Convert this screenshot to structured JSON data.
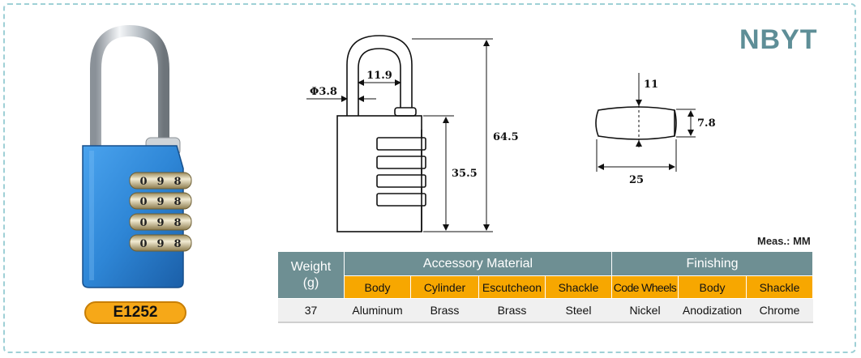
{
  "brand": "NBYT",
  "model": "E1252",
  "units_note": "Meas.: MM",
  "dimensions": {
    "shackle_diameter": "Φ3.8",
    "shackle_inner_width": "11.9",
    "total_height": "64.5",
    "body_height": "35.5",
    "wheel_top": "11",
    "wheel_thickness": "7.8",
    "wheel_length": "25"
  },
  "lock_dials": [
    [
      "0",
      "9",
      "8"
    ],
    [
      "0",
      "9",
      "8"
    ],
    [
      "0",
      "9",
      "8"
    ],
    [
      "0",
      "9",
      "8"
    ]
  ],
  "table": {
    "weight_header": "Weight",
    "weight_unit": "(g)",
    "accessory_header": "Accessory Material",
    "finishing_header": "Finishing",
    "sub_headers": [
      "Body",
      "Cylinder",
      "Escutcheon",
      "Shackle",
      "Code Wheels",
      "Body",
      "Shackle"
    ],
    "row": [
      "37",
      "Aluminum",
      "Brass",
      "Brass",
      "Steel",
      "Nickel",
      "Anodization",
      "Chrome"
    ]
  },
  "colors": {
    "brand_text": "#5e8e97",
    "table_header": "#6e8f93",
    "table_subheader": "#f7a700",
    "badge": "#f6a818",
    "lock_body": "#2e86d6",
    "frame_border": "#9fd0d6"
  }
}
